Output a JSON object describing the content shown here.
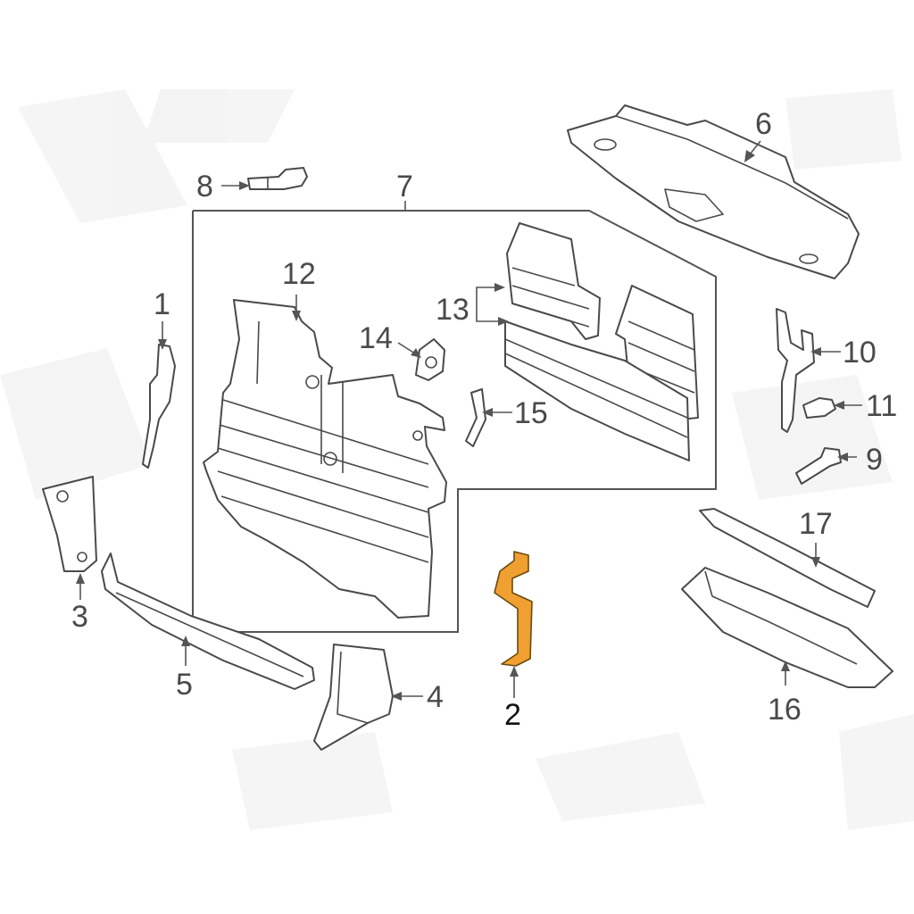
{
  "highlight_color": "#f0a030",
  "line_color": "#4a4a4a",
  "callouts": [
    {
      "id": "1",
      "text": "1"
    },
    {
      "id": "2",
      "text": "2"
    },
    {
      "id": "3",
      "text": "3"
    },
    {
      "id": "4",
      "text": "4"
    },
    {
      "id": "5",
      "text": "5"
    },
    {
      "id": "6",
      "text": "6"
    },
    {
      "id": "7",
      "text": "7"
    },
    {
      "id": "8",
      "text": "8"
    },
    {
      "id": "9",
      "text": "9"
    },
    {
      "id": "10",
      "text": "10"
    },
    {
      "id": "11",
      "text": "11"
    },
    {
      "id": "12",
      "text": "12"
    },
    {
      "id": "13",
      "text": "13"
    },
    {
      "id": "14",
      "text": "14"
    },
    {
      "id": "15",
      "text": "15"
    },
    {
      "id": "16",
      "text": "16"
    },
    {
      "id": "17",
      "text": "17"
    }
  ]
}
